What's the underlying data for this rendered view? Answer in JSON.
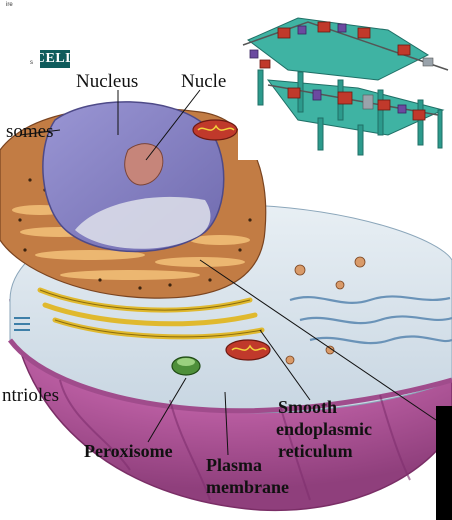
{
  "header": {
    "corner_text": "ire",
    "cell_badge": "CELL",
    "cut_text": "s"
  },
  "labels": {
    "nucleus": "Nucleus",
    "nucleolus_cut": "Nucle",
    "ribosomes_cut": "somes",
    "centrioles_cut": "ntrioles",
    "peroxisome": "Peroxisome",
    "plasma_membrane_1": "Plasma",
    "plasma_membrane_2": "membrane",
    "smooth_er_1": "Smooth",
    "smooth_er_2": "endoplasmic",
    "smooth_er_3": "reticulum"
  },
  "colors": {
    "badge": "#0f5c5c",
    "membrane": "#b85ca0",
    "cytoplasm": "#d7e4ec",
    "nucleus": "#8a86c6",
    "rough_er": "#c98b4a",
    "golgi": "#f2d23c",
    "accelerator_frame": "#2c9a8c",
    "accelerator_magnets": "#c0392b"
  },
  "icons": {
    "cell": "cell-illustration",
    "accelerator": "accelerator-diagram"
  }
}
